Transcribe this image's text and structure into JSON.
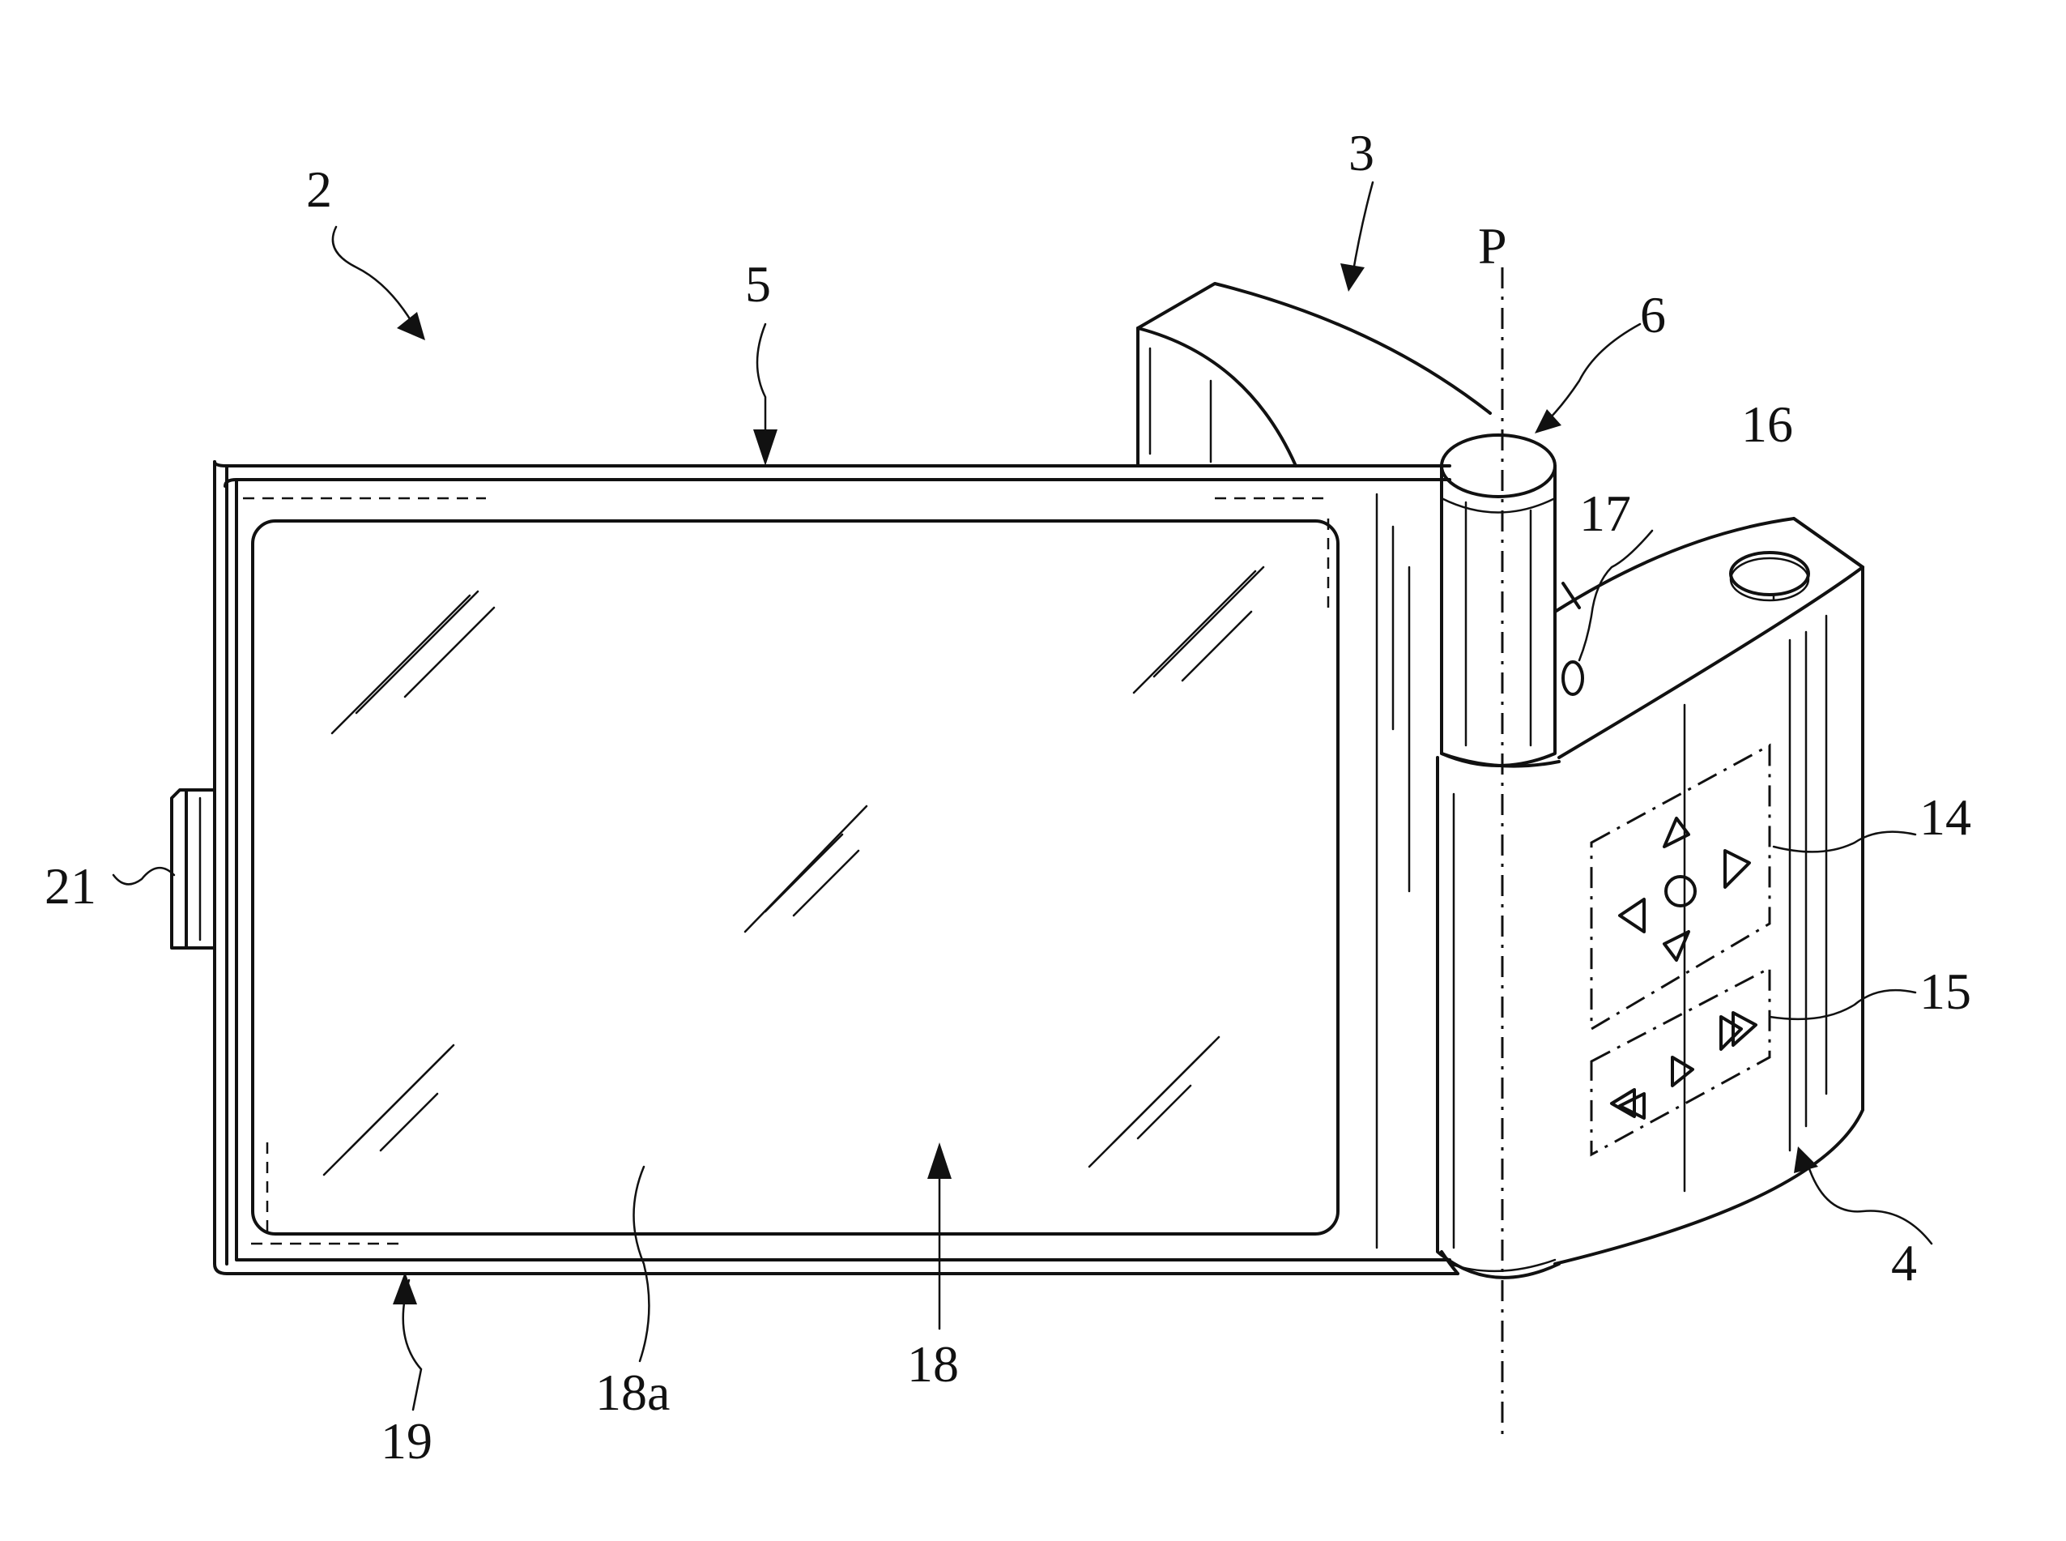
{
  "labels": {
    "l2": "2",
    "l3": "3",
    "l4": "4",
    "l5": "5",
    "l6": "6",
    "l14": "14",
    "l15": "15",
    "l16": "16",
    "l17": "17",
    "l18": "18",
    "l18a": "18a",
    "l19": "19",
    "l21": "21",
    "lP": "P"
  },
  "colors": {
    "ink": "#111111",
    "paper": "#ffffff"
  }
}
